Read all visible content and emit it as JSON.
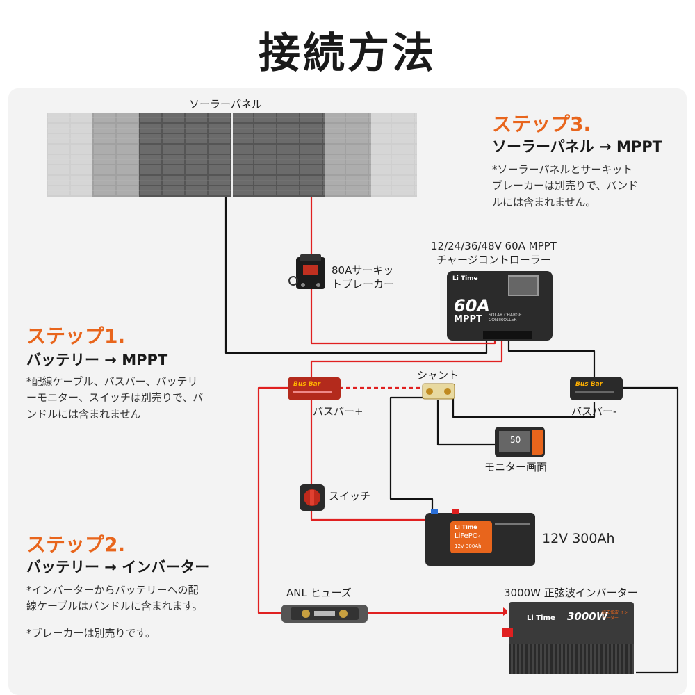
{
  "title": "接続方法",
  "steps": [
    {
      "heading": "ステップ3.",
      "sub": "ソーラーパネル → MPPT",
      "note": "*ソーラーパネルとサーキット\nブレーカーは別売りで、バンド\nルには含まれません。"
    },
    {
      "heading": "ステップ1.",
      "sub": "バッテリー → MPPT",
      "note": "*配線ケーブル、バスバー、バッテリ\nーモニター、スイッチは別売りで、バ\nンドルには含まれません"
    },
    {
      "heading": "ステップ2.",
      "sub": "バッテリー → インバーター",
      "note": "*インバーターからバッテリーへの配\n線ケーブルはバンドルに含まれます。",
      "note2": "*ブレーカーは別売りです。"
    }
  ],
  "labels": {
    "solar_panel": "ソーラーパネル",
    "breaker_line1": "80Aサーキッ",
    "breaker_line2": "トブレーカー",
    "mppt_line1": "12/24/36/48V 60A MPPT",
    "mppt_line2": "チャージコントローラー",
    "shunt": "シャント",
    "busbar_plus": "バスバー+",
    "busbar_minus": "バスバー-",
    "monitor": "モニター画面",
    "switch": "スイッチ",
    "battery": "12V 300Ah",
    "fuse": "ANL ヒューズ",
    "inverter": "3000W 正弦波インバーター"
  },
  "device_text": {
    "mppt_big": "60A",
    "mppt_small": "MPPT",
    "mppt_desc": "SOLAR CHARGE CONTROLLER",
    "brand": "Li Time",
    "busbar": "Bus Bar",
    "battery_chem": "LiFePO₄",
    "battery_spec": "12V 300Ah",
    "inverter_power": "3000W",
    "inverter_sub": "純正弦波 インバーター",
    "monitor_value": "50"
  },
  "colors": {
    "accent": "#e8651c",
    "wire_red": "#e02020",
    "wire_black": "#111111",
    "busbar_red": "#b32a1c"
  }
}
